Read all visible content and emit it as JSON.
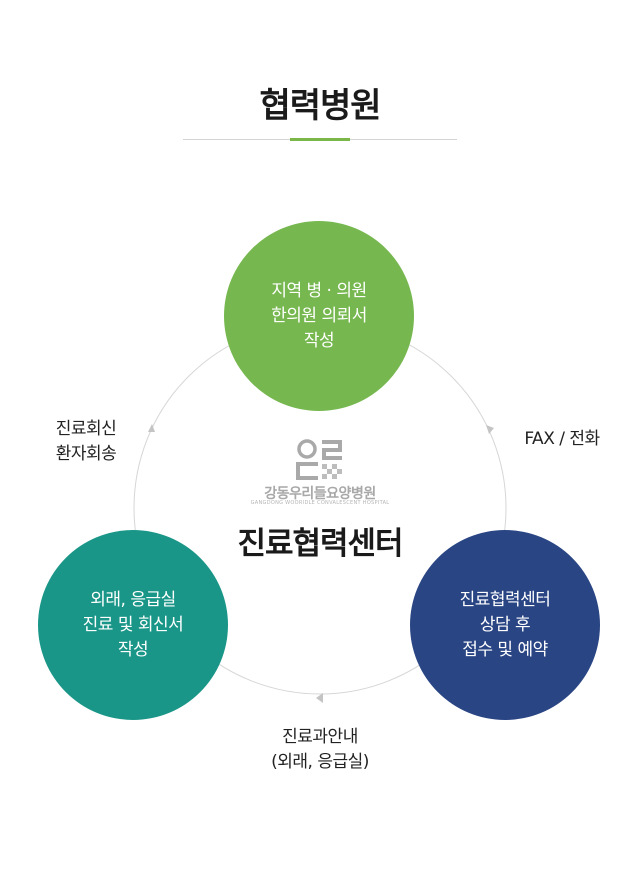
{
  "title": "협력병원",
  "center": {
    "logo_name": "강동우리들요양병원",
    "logo_sub": "GANGDONG WOORIDLE CONVALESCENT HOSPITAL",
    "title": "진료협력센터"
  },
  "nodes": {
    "top": {
      "lines": [
        "지역 병 · 의원",
        "한의원 의뢰서",
        "작성"
      ],
      "color": "#76b84f"
    },
    "right": {
      "lines": [
        "진료협력센터",
        "상담 후",
        "접수 및 예약"
      ],
      "color": "#2a4584"
    },
    "left": {
      "lines": [
        "외래, 응급실",
        "진료 및 회신서",
        "작성"
      ],
      "color": "#1a9688"
    }
  },
  "edges": {
    "top_to_right": {
      "lines": [
        "FAX / 전화"
      ]
    },
    "right_to_left": {
      "lines": [
        "진료과안내",
        "(외래, 응급실)"
      ]
    },
    "left_to_top": {
      "lines": [
        "진료회신",
        "환자회송"
      ]
    }
  },
  "colors": {
    "accent": "#7ab648",
    "ring": "#d6d6d6"
  }
}
